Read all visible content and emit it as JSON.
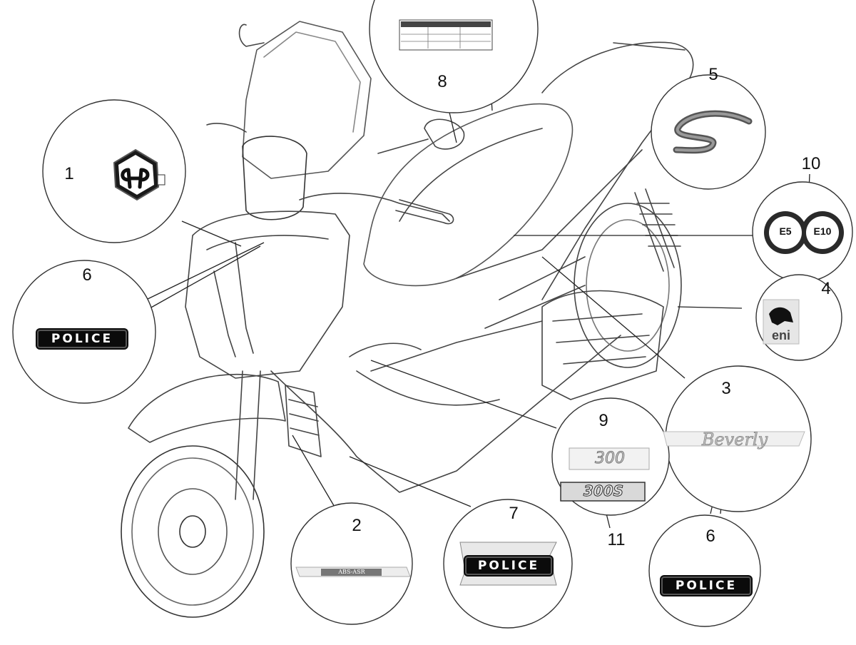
{
  "callouts": {
    "n1": "1",
    "n2": "2",
    "n3": "3",
    "n4": "4",
    "n5": "5",
    "n6a": "6",
    "n6b": "6",
    "n7": "7",
    "n8": "8",
    "n9": "9",
    "n10": "10",
    "n11": "11"
  },
  "labels": {
    "police": "POLICE",
    "e5": "E5",
    "e10": "E10",
    "eni": "eni",
    "n300": "300",
    "n300s": "300S",
    "beverly": "Beverly",
    "abs_asr": "ABS-ASR",
    "s_logo": "S"
  },
  "colors": {
    "line": "#333333",
    "ink": "#111111",
    "badge_bg": "#0b0b0b"
  }
}
